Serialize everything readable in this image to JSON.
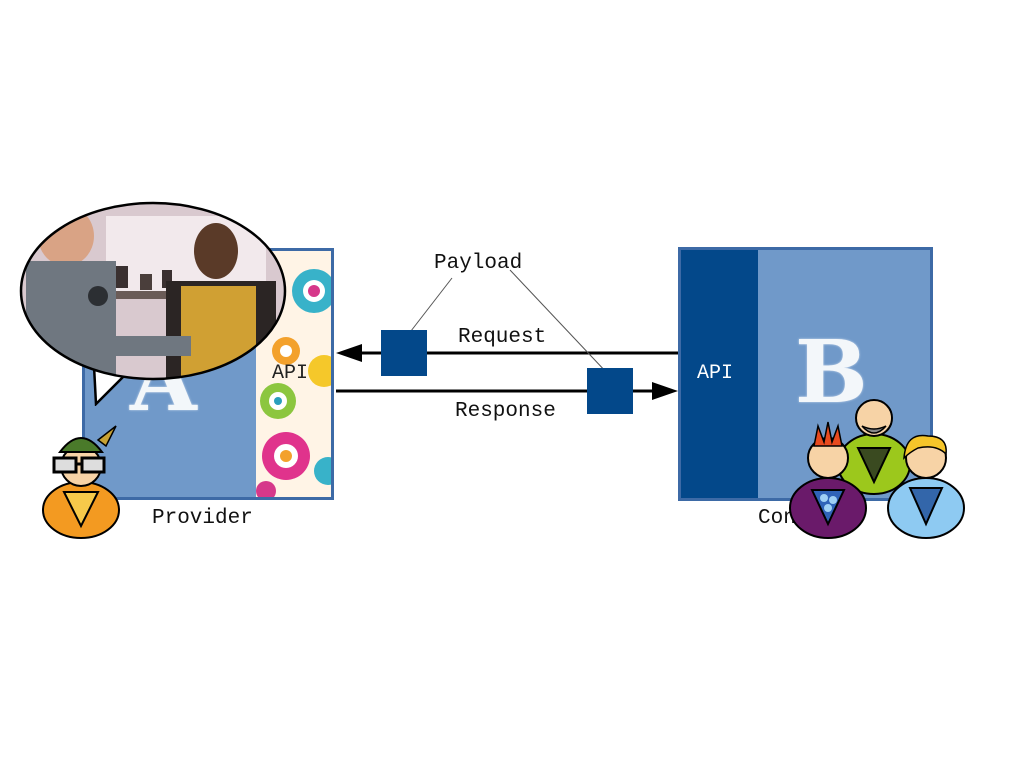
{
  "labels": {
    "payload": "Payload",
    "request": "Request",
    "response": "Response",
    "provider": "Provider",
    "consumer": "Consumer",
    "api_provider": "API",
    "api_consumer": "API",
    "system_a": "A",
    "system_b": "B"
  },
  "colors": {
    "box_fill": "#7099c9",
    "box_border": "#3d6aa6",
    "api_dark": "#03488a",
    "payload_block": "#03488a",
    "arrow": "#000000"
  },
  "icons": {
    "provider_person": "person-with-glasses-and-hat-icon",
    "consumer_people": [
      "person-red-hair-icon",
      "person-bald-icon",
      "person-blonde-icon"
    ],
    "speech_bubble": "speech-bubble-photo"
  }
}
